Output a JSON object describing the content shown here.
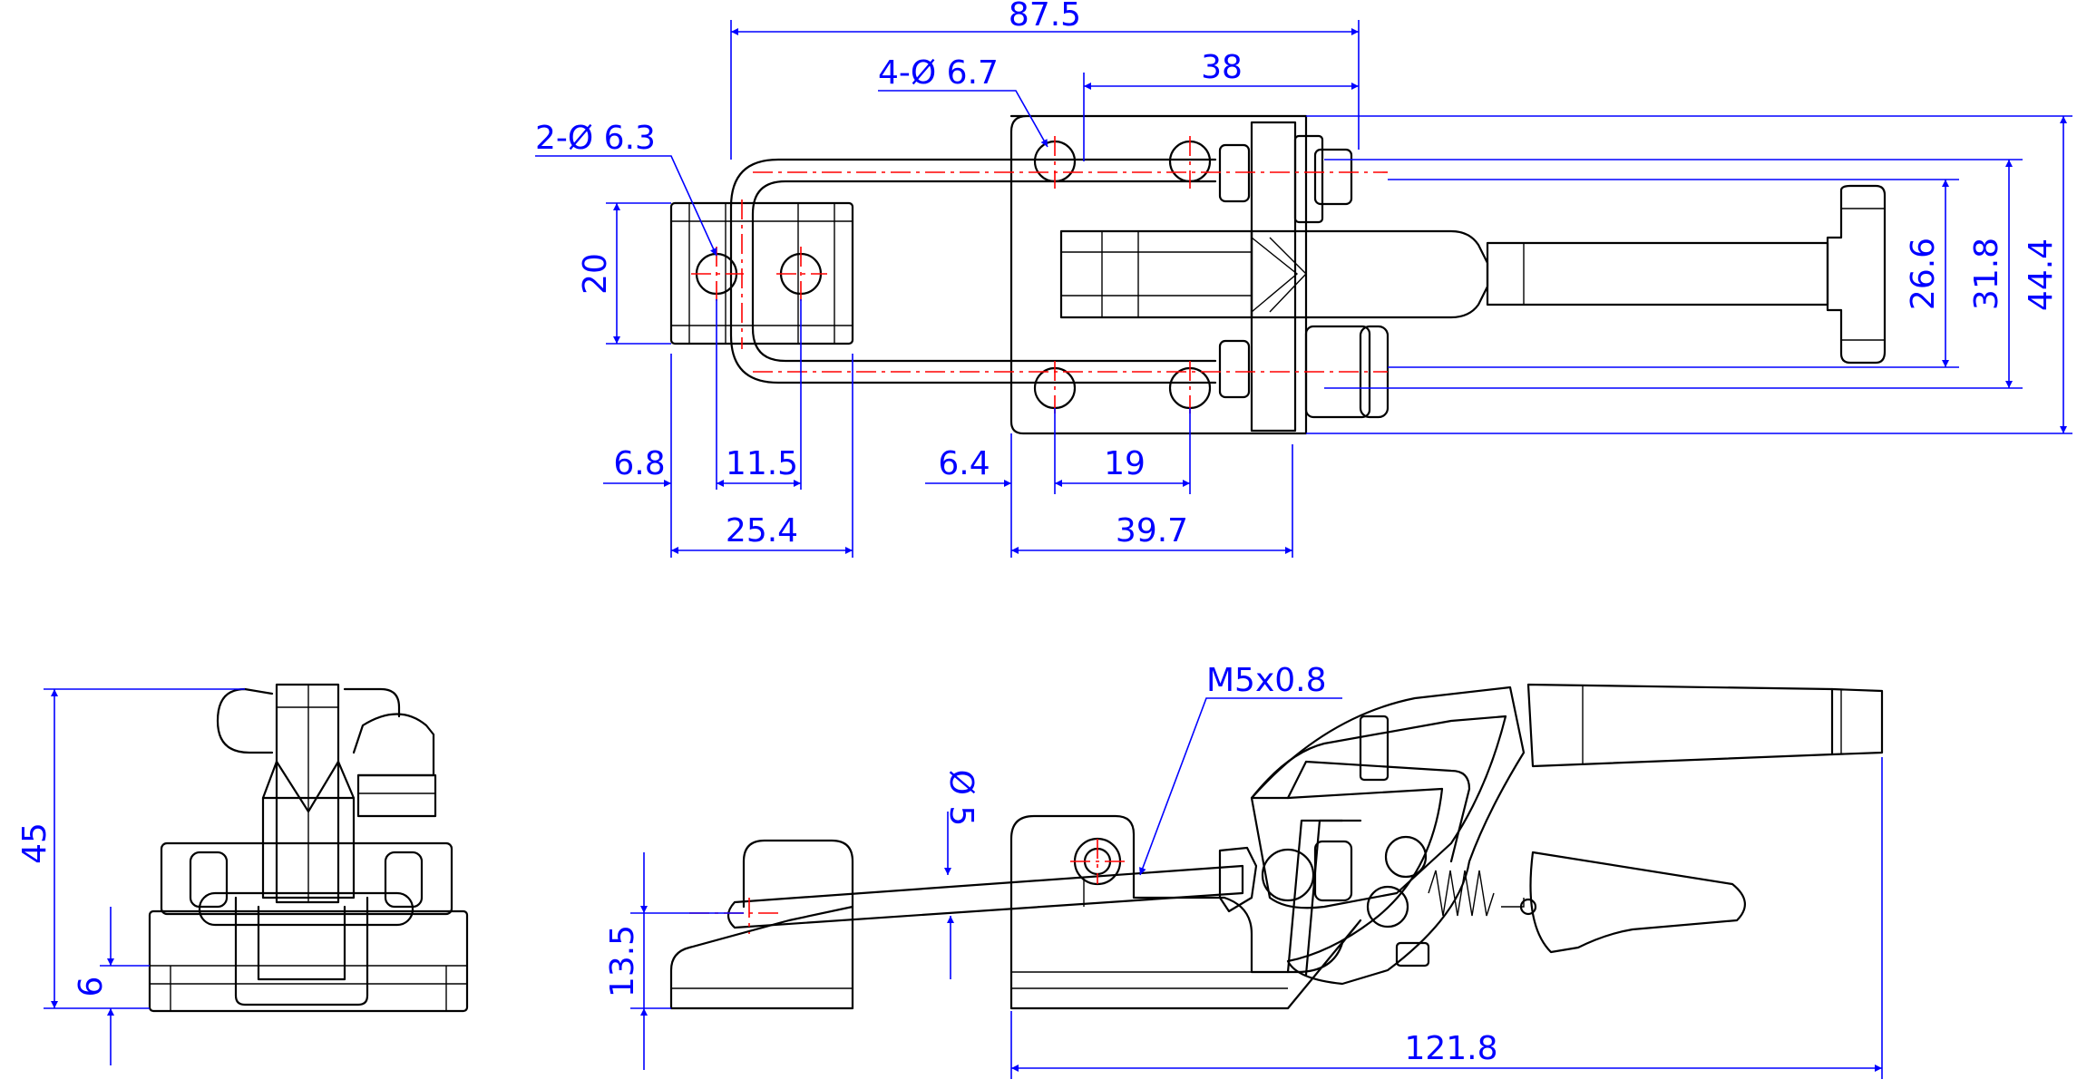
{
  "top_view": {
    "dim_87_5": "87.5",
    "dim_38": "38",
    "dim_44_4": "44.4",
    "dim_31_8": "31.8",
    "dim_26_6": "26.6",
    "dim_20": "20",
    "dim_6_8": "6.8",
    "dim_11_5": "11.5",
    "dim_25_4": "25.4",
    "dim_6_4": "6.4",
    "dim_19": "19",
    "dim_39_7": "39.7",
    "callout_holes_6_7": "4-Ø 6.7",
    "callout_holes_6_3": "2-Ø 6.3"
  },
  "end_view": {
    "dim_45": "45",
    "dim_6": "6"
  },
  "side_view": {
    "dim_13_5": "13.5",
    "dim_dia5": "Ø 5",
    "dim_121_8": "121.8",
    "thread_callout": "M5x0.8"
  },
  "colors": {
    "outline": "#000000",
    "dimension": "#0000ff",
    "centerline": "#ff0000",
    "background": "#ffffff"
  }
}
